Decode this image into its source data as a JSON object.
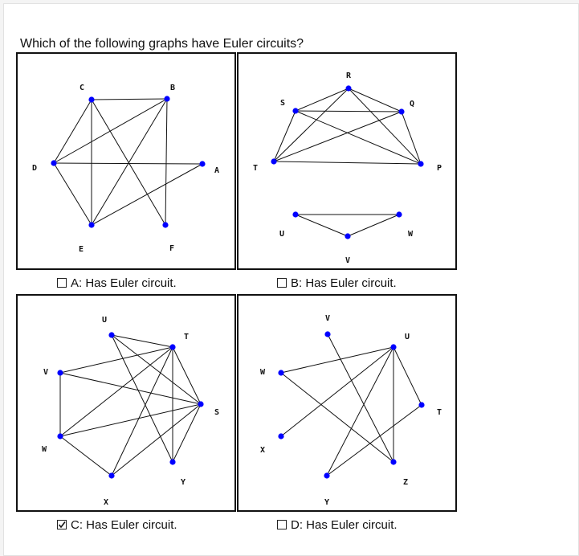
{
  "question": "Which of the following graphs have Euler circuits?",
  "options": [
    {
      "label": "A: Has Euler circuit.",
      "checked": false
    },
    {
      "label": "B: Has Euler circuit.",
      "checked": false
    },
    {
      "label": "C: Has Euler circuit.",
      "checked": true
    },
    {
      "label": "D: Has Euler circuit.",
      "checked": false
    }
  ],
  "colors": {
    "vertex": "#0000ff",
    "edge": "#111111",
    "label": "#111111"
  },
  "graphs": [
    {
      "name": "A",
      "vertices": [
        "A",
        "B",
        "C",
        "D",
        "E",
        "F"
      ],
      "edges": [
        [
          "C",
          "B"
        ],
        [
          "C",
          "E"
        ],
        [
          "C",
          "F"
        ],
        [
          "D",
          "C"
        ],
        [
          "D",
          "A"
        ],
        [
          "D",
          "E"
        ],
        [
          "D",
          "B"
        ],
        [
          "B",
          "E"
        ],
        [
          "B",
          "F"
        ],
        [
          "A",
          "E"
        ]
      ]
    },
    {
      "name": "B",
      "vertices": [
        "P",
        "Q",
        "R",
        "S",
        "T",
        "U",
        "V",
        "W"
      ],
      "edges": [
        [
          "S",
          "Q"
        ],
        [
          "S",
          "R"
        ],
        [
          "S",
          "P"
        ],
        [
          "R",
          "Q"
        ],
        [
          "R",
          "T"
        ],
        [
          "R",
          "P"
        ],
        [
          "Q",
          "P"
        ],
        [
          "Q",
          "T"
        ],
        [
          "T",
          "P"
        ],
        [
          "T",
          "S"
        ],
        [
          "U",
          "W"
        ],
        [
          "U",
          "V"
        ],
        [
          "V",
          "W"
        ]
      ]
    },
    {
      "name": "C",
      "vertices": [
        "S",
        "T",
        "U",
        "V",
        "W",
        "X",
        "Y"
      ],
      "edges": [
        [
          "U",
          "T"
        ],
        [
          "U",
          "S"
        ],
        [
          "U",
          "Y"
        ],
        [
          "V",
          "T"
        ],
        [
          "V",
          "S"
        ],
        [
          "V",
          "W"
        ],
        [
          "W",
          "T"
        ],
        [
          "W",
          "S"
        ],
        [
          "W",
          "X"
        ],
        [
          "X",
          "T"
        ],
        [
          "X",
          "S"
        ],
        [
          "T",
          "Y"
        ],
        [
          "T",
          "S"
        ],
        [
          "Y",
          "S"
        ]
      ]
    },
    {
      "name": "D",
      "vertices": [
        "T",
        "U",
        "V",
        "W",
        "X",
        "Y",
        "Z"
      ],
      "edges": [
        [
          "V",
          "Z"
        ],
        [
          "U",
          "W"
        ],
        [
          "U",
          "X"
        ],
        [
          "U",
          "Y"
        ],
        [
          "U",
          "Z"
        ],
        [
          "U",
          "T"
        ],
        [
          "W",
          "Z"
        ],
        [
          "Y",
          "T"
        ]
      ]
    }
  ]
}
